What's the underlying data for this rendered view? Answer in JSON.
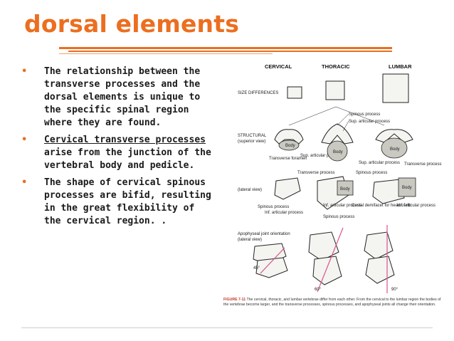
{
  "slide": {
    "title": "dorsal elements",
    "bullets": [
      {
        "text": "The relationship between the transverse processes and the dorsal elements is unique to the specific spinal region where they are  found."
      },
      {
        "underlined": "Cervical transverse processes",
        "rest": " arise from the junction of the vertebral body and pedicle."
      },
      {
        "text": "The shape of cervical spinous processes are bifid, resulting in the great flexibility of the cervical region. ."
      }
    ],
    "bullet_glyph": "•",
    "accent_color": "#ec6e1f"
  },
  "figure": {
    "columns": [
      "CERVICAL",
      "THORACIC",
      "LUMBAR"
    ],
    "rows": {
      "size": "SIZE DIFFERENCES",
      "structural": "STRUCTURAL",
      "superior_view": "(superior view)",
      "lateral_view": "(lateral view)",
      "apophyseal": "Apophyseal joint orientation",
      "apophyseal_view": "(lateral view)"
    },
    "labels": {
      "spinous_process": "Spinous process",
      "sup_articular_process": "Sup. articular process",
      "body": "Body",
      "transverse_foramen": "Transverse foramen",
      "sup_articular_process_2": "Sup. articular process",
      "sup_articular_process_3": "Sup. articular process",
      "transverse_process": "Transverse process",
      "transverse_process_2": "Transverse process",
      "spinous_process_2": "Spinous process",
      "spinous_process_3": "Spinous process",
      "inf_articular_process": "Inf. articular process",
      "inf_articular_process_2": "Inf. articular process",
      "inf_articular_process_3": "Inf. articular process",
      "costal_demifacet": "Costal demifacet for head of rib",
      "spinous_process_4": "Spinous process"
    },
    "angles": [
      "45°",
      "60°",
      "90°"
    ],
    "caption_label": "FIGURE 7-11",
    "caption": "The cervical, thoracic, and lumbar vertebrae differ from each other. From the cervical to the lumbar region the bodies of the vertebrae become larger, and the transverse processes, spinous processes, and apophyseal joints all change their orientation."
  }
}
